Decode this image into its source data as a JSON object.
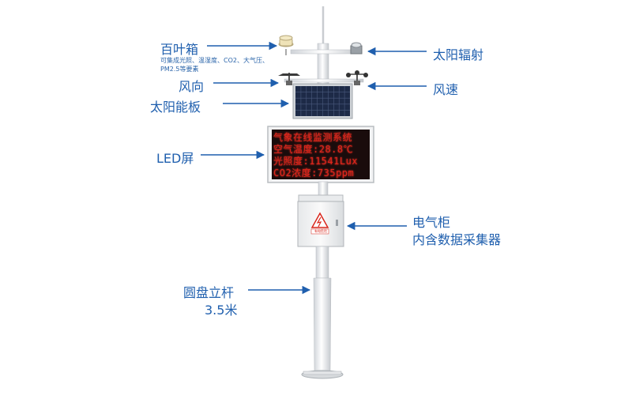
{
  "labels": {
    "louver_box": "百叶箱",
    "louver_box_desc": "可集成光照、温湿度、CO2、大气压、PM2.5等要素",
    "solar_radiation": "太阳辐射",
    "wind_direction": "风向",
    "wind_speed": "风速",
    "solar_panel": "太阳能板",
    "led_screen": "LED屏",
    "cabinet_line1": "电气柜",
    "cabinet_line2": "内含数据采集器",
    "pole_line1": "圆盘立杆",
    "pole_line2": "3.5米"
  },
  "led": {
    "line1": "气象在线监测系统",
    "line2": "空气温度:28.8℃",
    "line3": "光照度:11541Lux",
    "line4": "CO2浓度:735ppm"
  },
  "cabinet_warning": "有电危险",
  "colors": {
    "label": "#1f5fae",
    "led_text": "#e0241b",
    "warning": "#d9261c"
  }
}
